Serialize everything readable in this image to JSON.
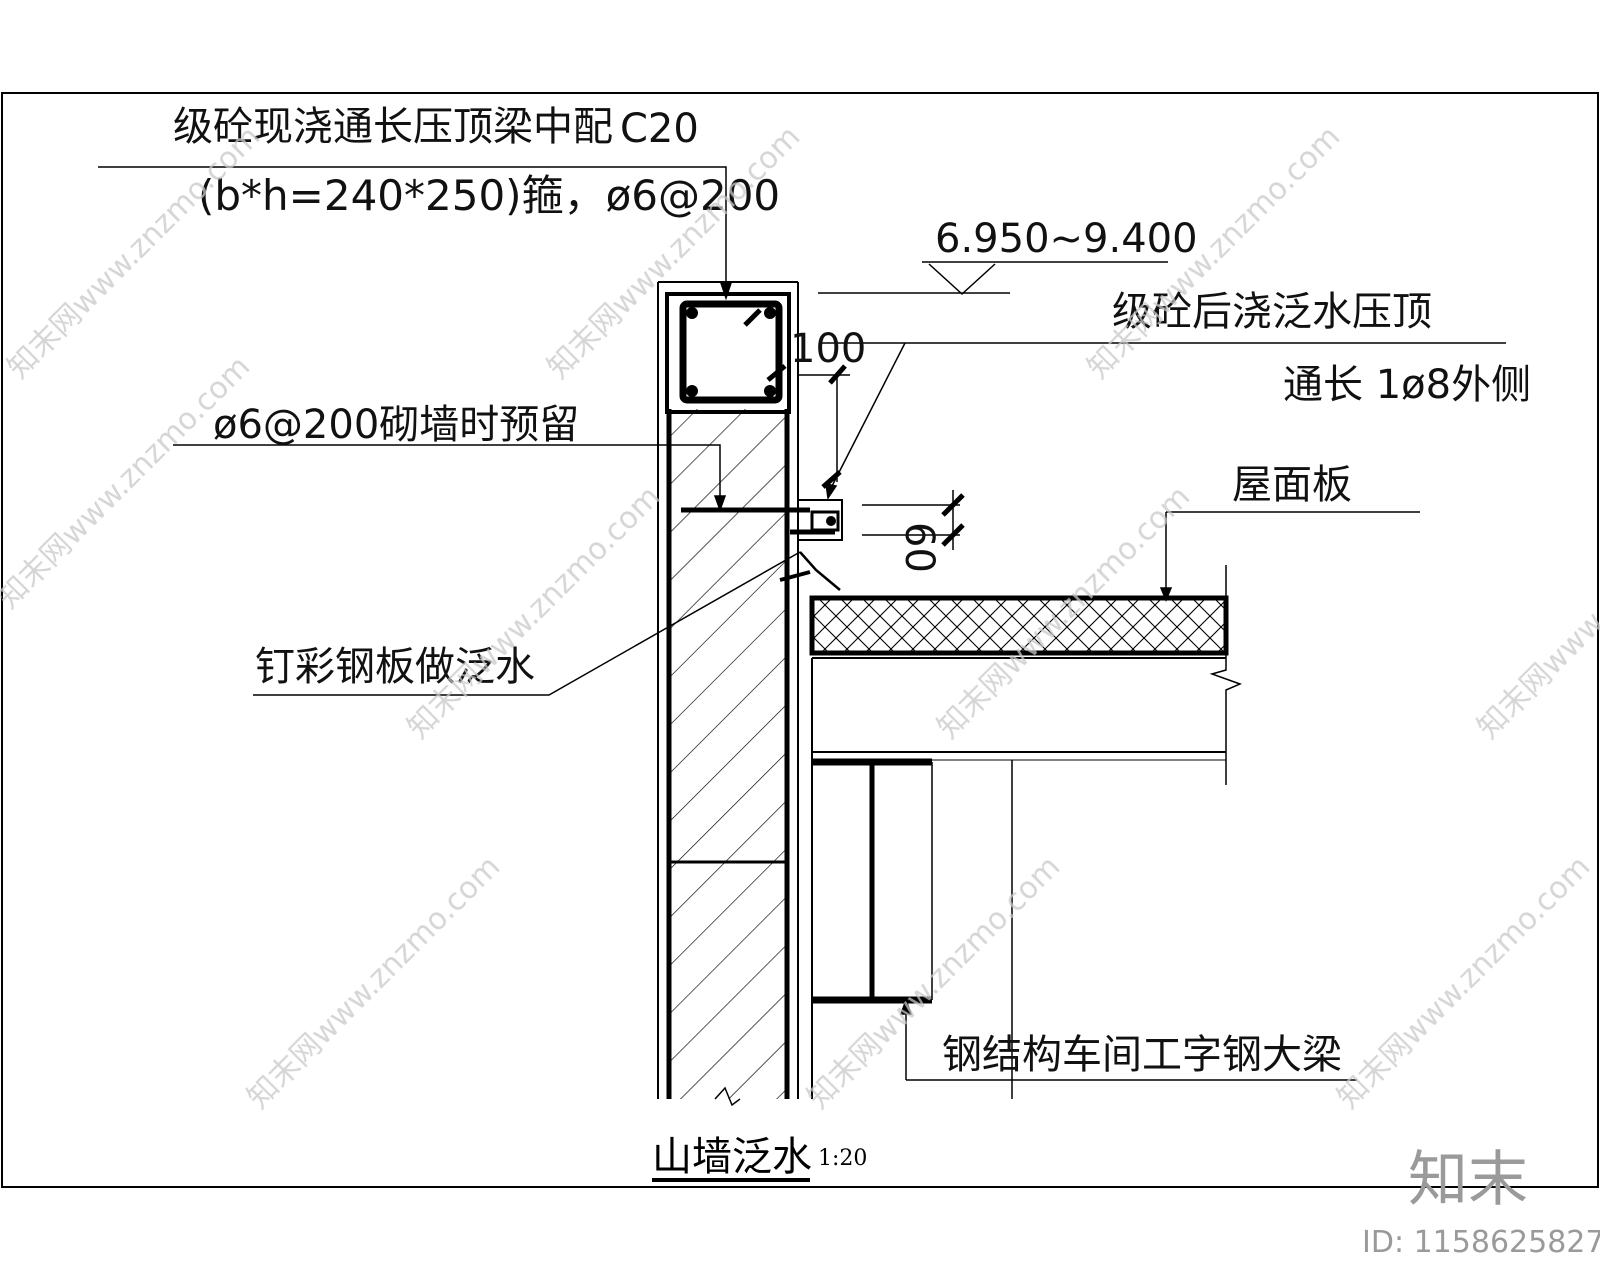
{
  "drawing": {
    "title": "山墙泛水",
    "scale": "1:20",
    "elevation": "6.950~9.400",
    "dimensions": {
      "d100": "100",
      "d60": "60"
    },
    "labels": {
      "beam_line1": "级砼现浇通长压顶梁中配",
      "beam_grade": "C20",
      "beam_line2": "(b*h=240*250)箍，ø6@200",
      "rebar": "ø6@200砌墙时预留",
      "flashing_top": "级砼后浇泛水压顶",
      "flashing_sub": "通长 1ø8外侧",
      "roof_panel": "屋面板",
      "steel_flashing": "钉彩钢板做泛水",
      "i_beam": "钢结构车间工字钢大梁"
    }
  },
  "watermark": {
    "text": "知末网www.znzmo.com",
    "brand": "知末",
    "id": "ID: 1158625827"
  }
}
